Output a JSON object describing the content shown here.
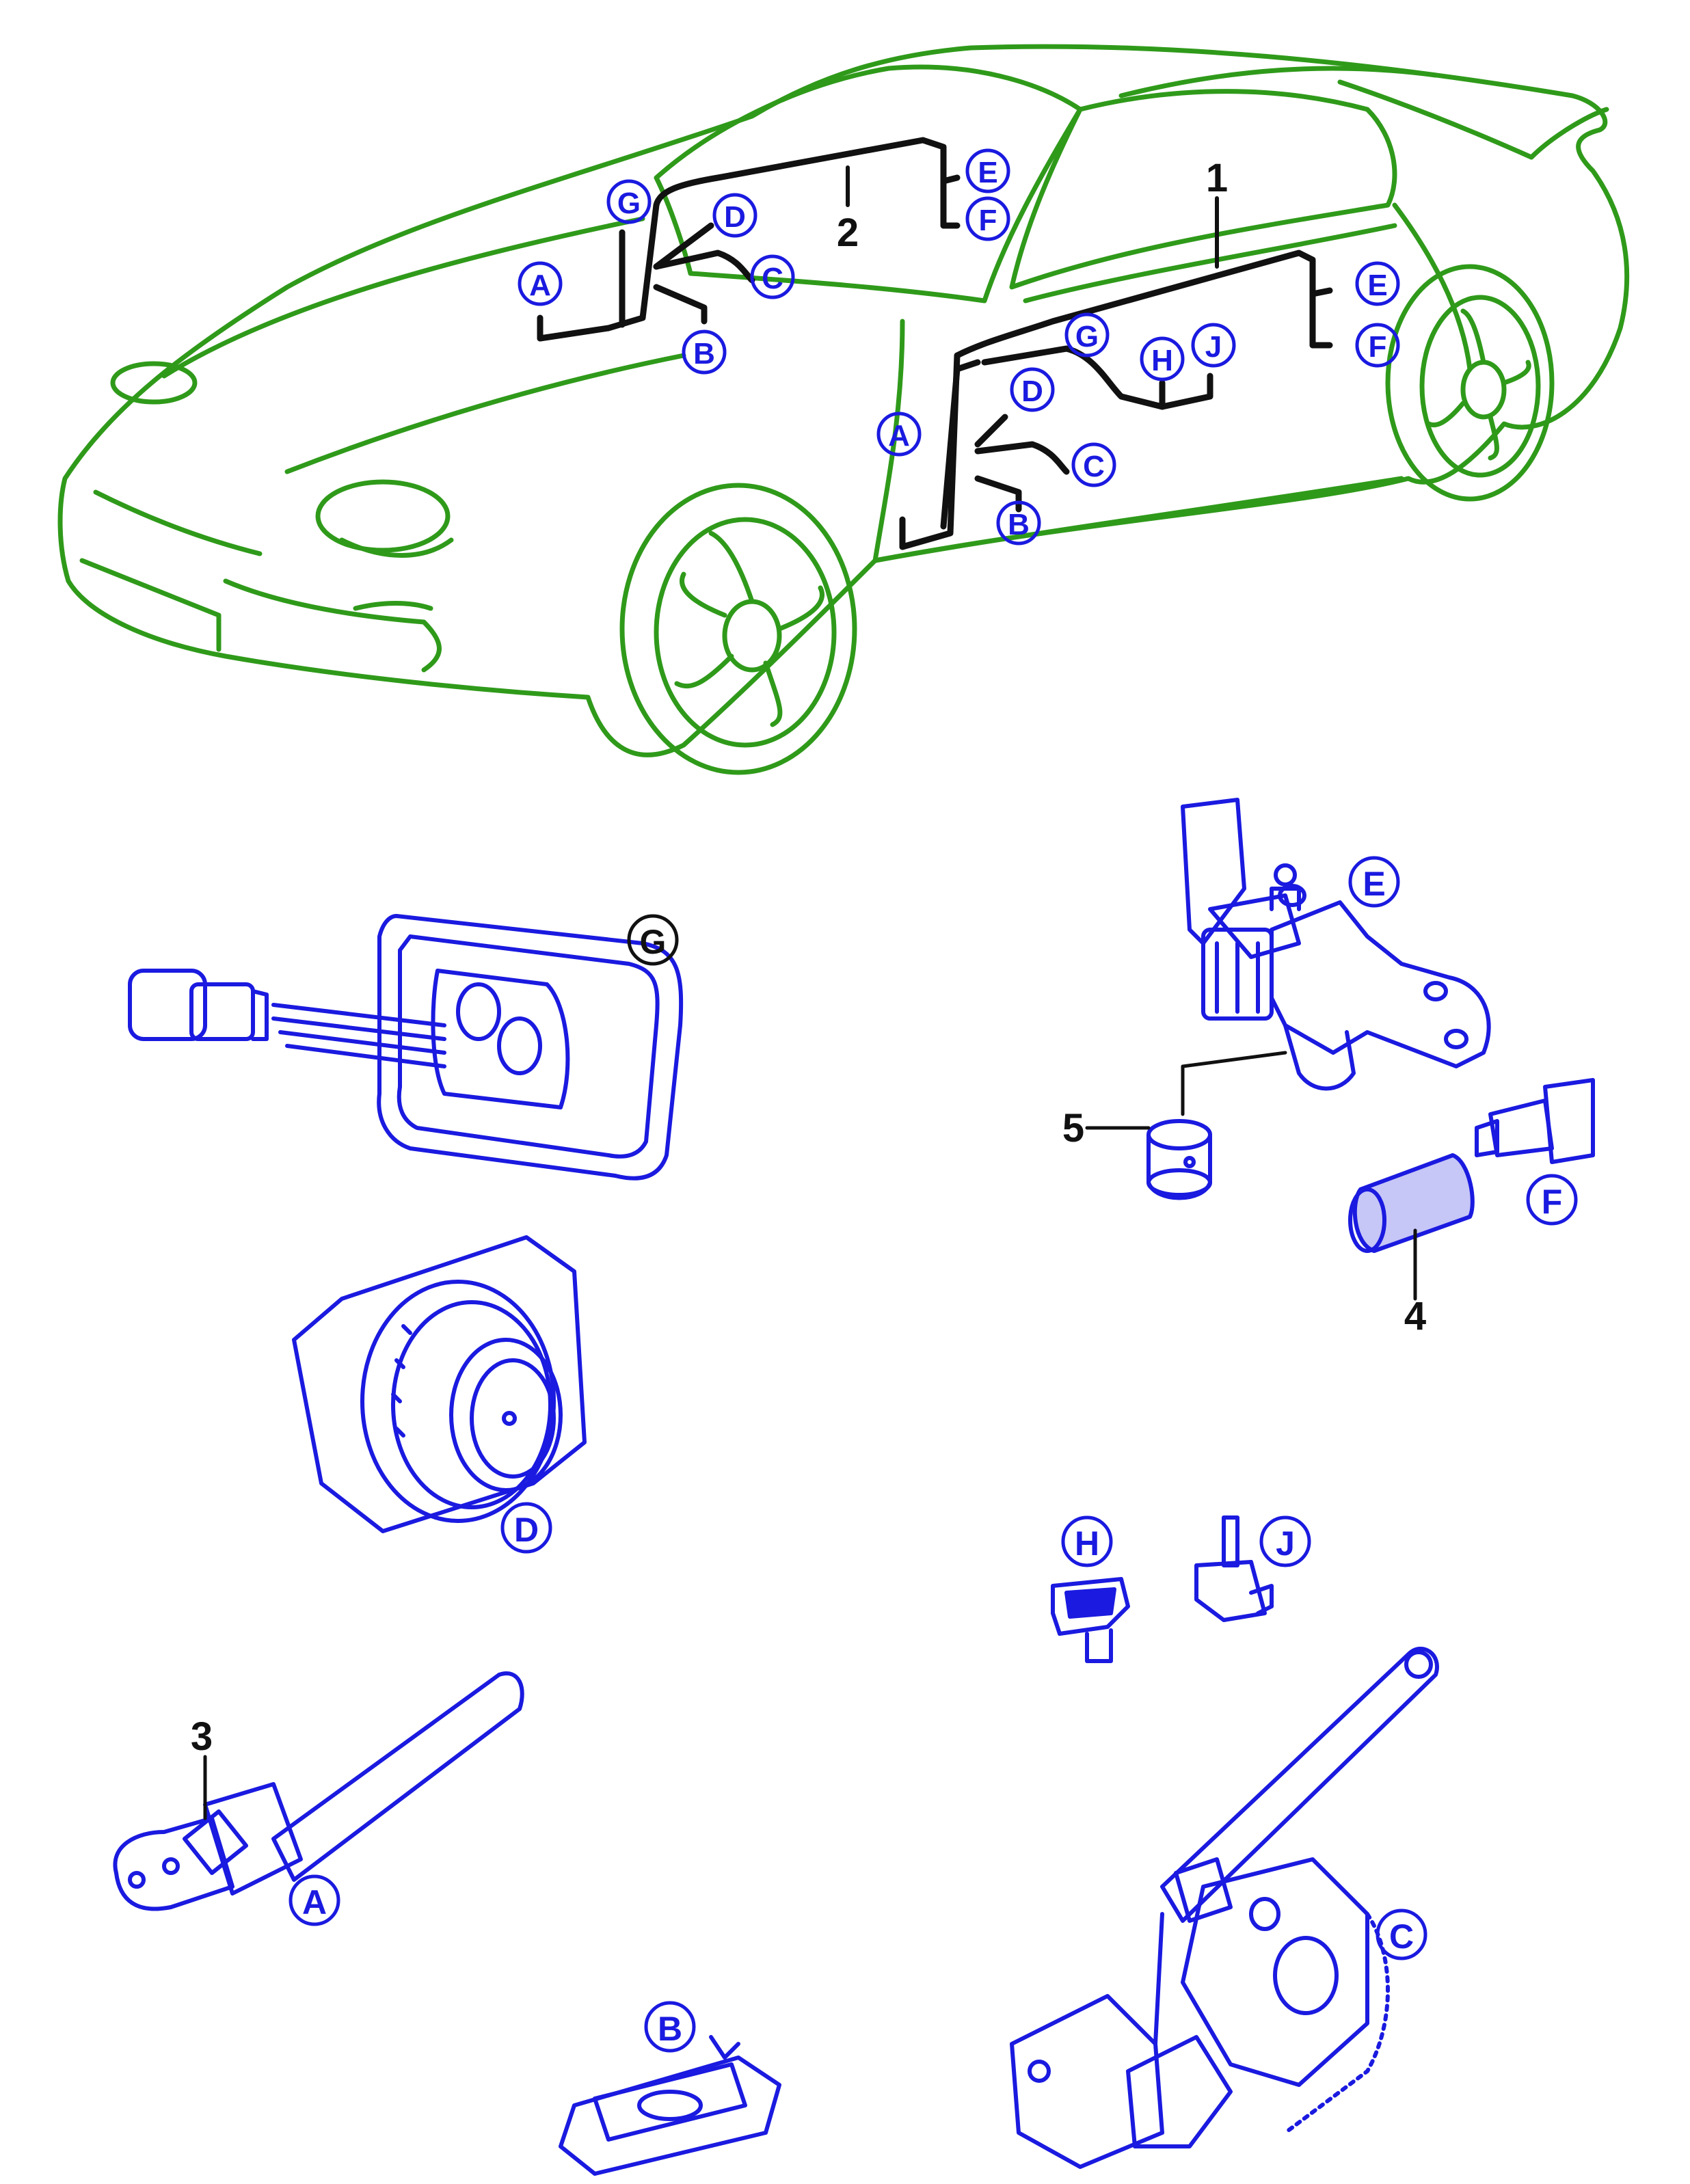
{
  "colors": {
    "car": "#2f9a1a",
    "parts": "#1a1ae0",
    "harness": "#111111",
    "callout": "#1a1ae0",
    "number": "#111111",
    "background": "#ffffff"
  },
  "harness_numbers": {
    "n1": "1",
    "n2": "2"
  },
  "part_numbers": {
    "n3": "3",
    "n4": "4",
    "n5": "5"
  },
  "callouts": {
    "A": "A",
    "B": "B",
    "C": "C",
    "D": "D",
    "E": "E",
    "F": "F",
    "G": "G",
    "H": "H",
    "J": "J"
  }
}
